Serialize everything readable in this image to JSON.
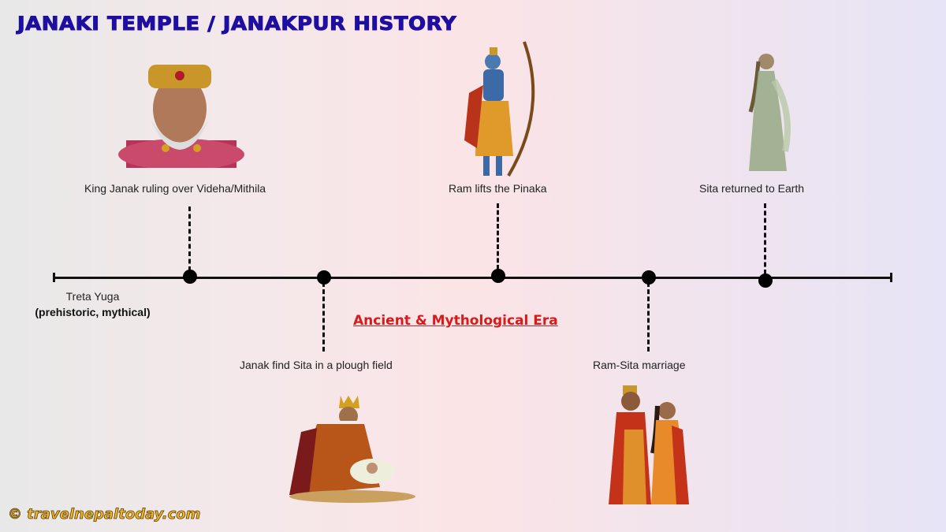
{
  "title": "JANAKI TEMPLE / JANAKPUR HISTORY",
  "era": {
    "start_label": "Treta Yuga",
    "start_sublabel": "(prehistoric, mythical)",
    "name": "Ancient & Mythological Era"
  },
  "events": [
    {
      "label": "King Janak ruling over Videha/Mithila",
      "position": "top",
      "image": "king-janak-portrait"
    },
    {
      "label": "Janak find Sita in a plough field",
      "position": "bottom",
      "image": "janak-finding-sita"
    },
    {
      "label": "Ram lifts the Pinaka",
      "position": "top",
      "image": "ram-with-bow"
    },
    {
      "label": "Ram-Sita marriage",
      "position": "bottom",
      "image": "ram-sita-couple"
    },
    {
      "label": "Sita returned to Earth",
      "position": "top",
      "image": "sita-figure"
    }
  ],
  "footer": "© travelnepaltoday.com",
  "colors": {
    "title": "#1e0fa0",
    "era": "#d71a1a",
    "footer": "#f0b62a"
  }
}
